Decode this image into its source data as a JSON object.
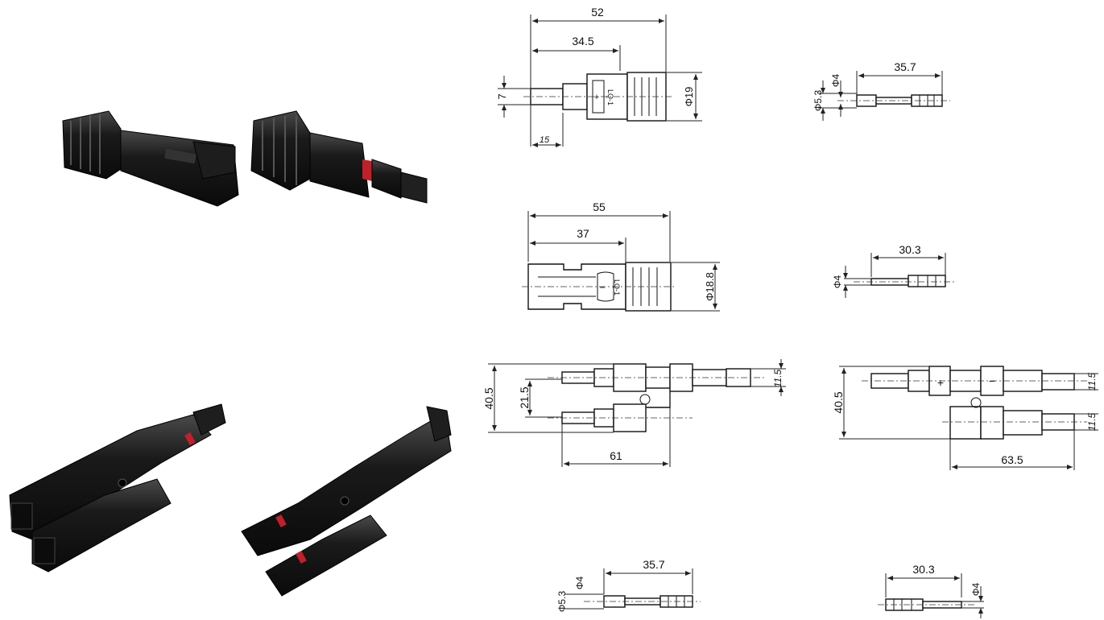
{
  "photos": [
    {
      "name": "mc4-male-female-pair-photo"
    },
    {
      "name": "branch-connector-pair-photo"
    }
  ],
  "drawings": {
    "male_connector": {
      "length": "52",
      "body": "34.5",
      "pin": "7",
      "insulation": "15",
      "diameter": "Φ19",
      "marking": "+",
      "code": "LQ-1"
    },
    "female_connector": {
      "length": "55",
      "body": "37",
      "diameter": "Φ18.8",
      "marking": "−",
      "code": "LQ-1"
    },
    "male_contact_top": {
      "length": "35.7",
      "outer": "Φ5.3",
      "inner": "Φ4"
    },
    "female_contact_top": {
      "length": "30.3",
      "inner": "Φ4"
    },
    "branch_male": {
      "height": "40.5",
      "pitch": "21.5",
      "length": "61",
      "outlet": "11.5"
    },
    "branch_female": {
      "height": "40.5",
      "length": "63.5",
      "outlet_top": "11.5",
      "outlet_bottom": "11.5",
      "plus": "+",
      "minus": "−"
    },
    "male_contact_bottom": {
      "length": "35.7",
      "outer": "Φ5.3",
      "inner": "Φ4"
    },
    "female_contact_bottom": {
      "length": "30.3",
      "inner": "Φ4"
    }
  },
  "colors": {
    "plastic": "#141414",
    "highlight": "#3a3a3a",
    "seal": "#c0202a"
  }
}
